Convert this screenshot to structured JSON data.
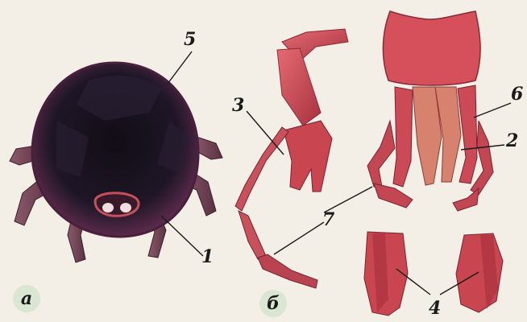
{
  "panel_labels": {
    "a": "а",
    "b": "б"
  },
  "callouts": [
    "1",
    "2",
    "3",
    "4",
    "5",
    "6",
    "7"
  ],
  "colors": {
    "background": "#f3efe6",
    "tick_body": "#1b1420",
    "tick_rim": "#4a1f3c",
    "limb_red": "#d8545e",
    "limb_dark": "#a8323f",
    "leader": "#1a1a1a",
    "badge": "#d9e6d2"
  }
}
